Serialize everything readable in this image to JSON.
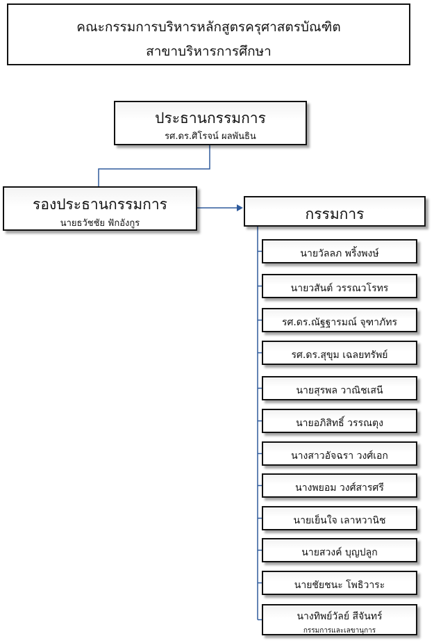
{
  "header": {
    "line1": "คณะกรรมการบริหารหลักสูตรครุศาสตรบัณฑิต",
    "line2": "สาขาบริหารการศึกษา"
  },
  "chair": {
    "role": "ประธานกรรมการ",
    "name": "รศ.ดร.ศิโรจน์ ผลพันธิน"
  },
  "vice_chair": {
    "role": "รองประธานกรรมการ",
    "name": "นายธวัชชัย ฟักอังกูร"
  },
  "committee": {
    "role": "กรรมการ",
    "members": [
      {
        "name": "นายวัลลภ พริ้งพงษ์"
      },
      {
        "name": "นายวสันต์ วรรณวโรทร"
      },
      {
        "name": "รศ.ดร.ณัฐฐารมณ์ จุฑาภัทร"
      },
      {
        "name": "รศ.ดร.สุขุม เฉลยทรัพย์"
      },
      {
        "name": "นายสุรพล วาณิชเสนี"
      },
      {
        "name": "นายอภิสิทธิ์ วรรณตุง"
      },
      {
        "name": "นางสาวอัจฉรา วงศ์เอก"
      },
      {
        "name": "นางพยอม วงศ์สารศรี"
      },
      {
        "name": "นายเย็นใจ เลาหวานิช"
      },
      {
        "name": "นายสวงค์ บุญปลูก"
      },
      {
        "name": "นายชัยชนะ โพธิวาระ"
      },
      {
        "name": "นางทิพย์วัลย์ สีจันทร์",
        "note": "กรรมการและเลขานุการ"
      }
    ]
  },
  "colors": {
    "connector": "#2e5a9c",
    "border": "#111111"
  }
}
